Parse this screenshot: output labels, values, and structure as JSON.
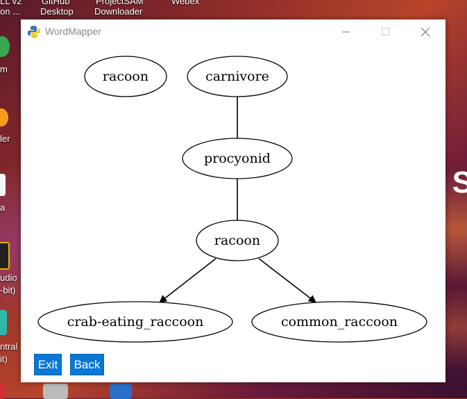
{
  "desktop": {
    "top_labels": [
      {
        "line1": "LL v2",
        "line2": "on ..."
      },
      {
        "line1": "GitHub",
        "line2": "Desktop"
      },
      {
        "line1": "ProjectSAM",
        "line2": "Downloader"
      },
      {
        "line1": "Webex",
        "line2": ""
      }
    ],
    "left_labels": [
      "m",
      "ler",
      "a",
      "udio",
      "-bit)",
      "ntral",
      "it)"
    ]
  },
  "window": {
    "title": "WordMapper",
    "controls": {
      "minimize": "—",
      "maximize": "☐",
      "close": "✕"
    }
  },
  "graph": {
    "nodes": {
      "racoon_top": "racoon",
      "carnivore": "carnivore",
      "procyonid": "procyonid",
      "racoon": "racoon",
      "crab_eating": "crab-eating_raccoon",
      "common": "common_raccoon"
    },
    "edges": [
      [
        "carnivore",
        "procyonid"
      ],
      [
        "procyonid",
        "racoon"
      ],
      [
        "racoon",
        "crab-eating_raccoon"
      ],
      [
        "racoon",
        "common_raccoon"
      ]
    ]
  },
  "buttons": {
    "exit": "Exit",
    "back": "Back"
  }
}
